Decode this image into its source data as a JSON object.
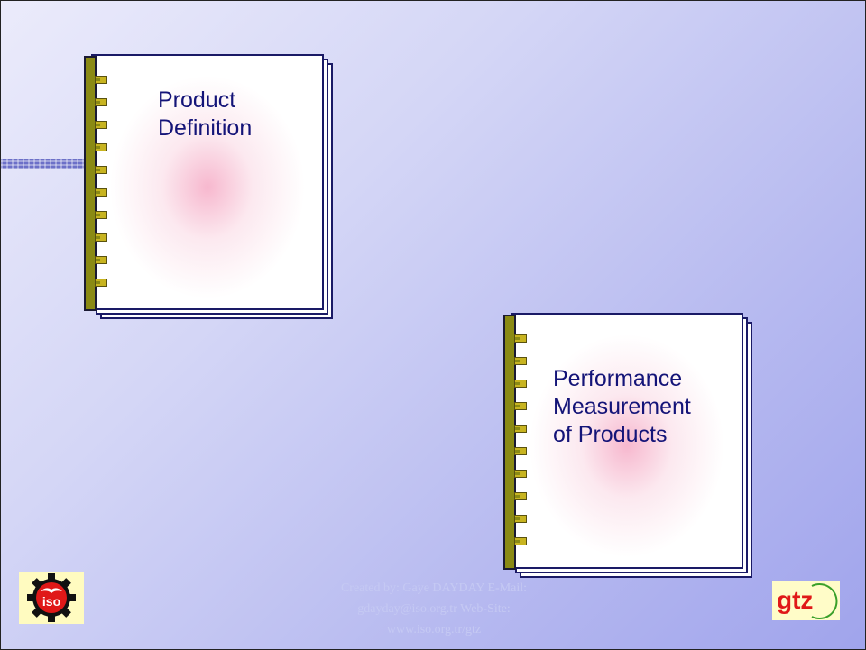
{
  "diagram": {
    "notebooks": [
      {
        "id": "product-definition",
        "lines": [
          "Product",
          "Definition"
        ]
      },
      {
        "id": "performance-measurement",
        "lines": [
          "Performance",
          "Measurement",
          "of Products"
        ]
      }
    ]
  },
  "footer": {
    "lines": [
      "Created by: Gaye DAYDAY  E-Mail:",
      "gdayday@iso.org.tr    Web-Site:",
      "www.iso.org.tr/gtz"
    ]
  },
  "logos": {
    "left": {
      "text": "iso",
      "icon": "iso-gear-logo-icon"
    },
    "right": {
      "text": "gtz",
      "icon": "gtz-logo-icon"
    }
  },
  "colors": {
    "text": "#141478",
    "spine": "#8a8a14",
    "ring": "#c8b420",
    "logo_red": "#e01818",
    "gtz_green": "#3aa02a"
  }
}
